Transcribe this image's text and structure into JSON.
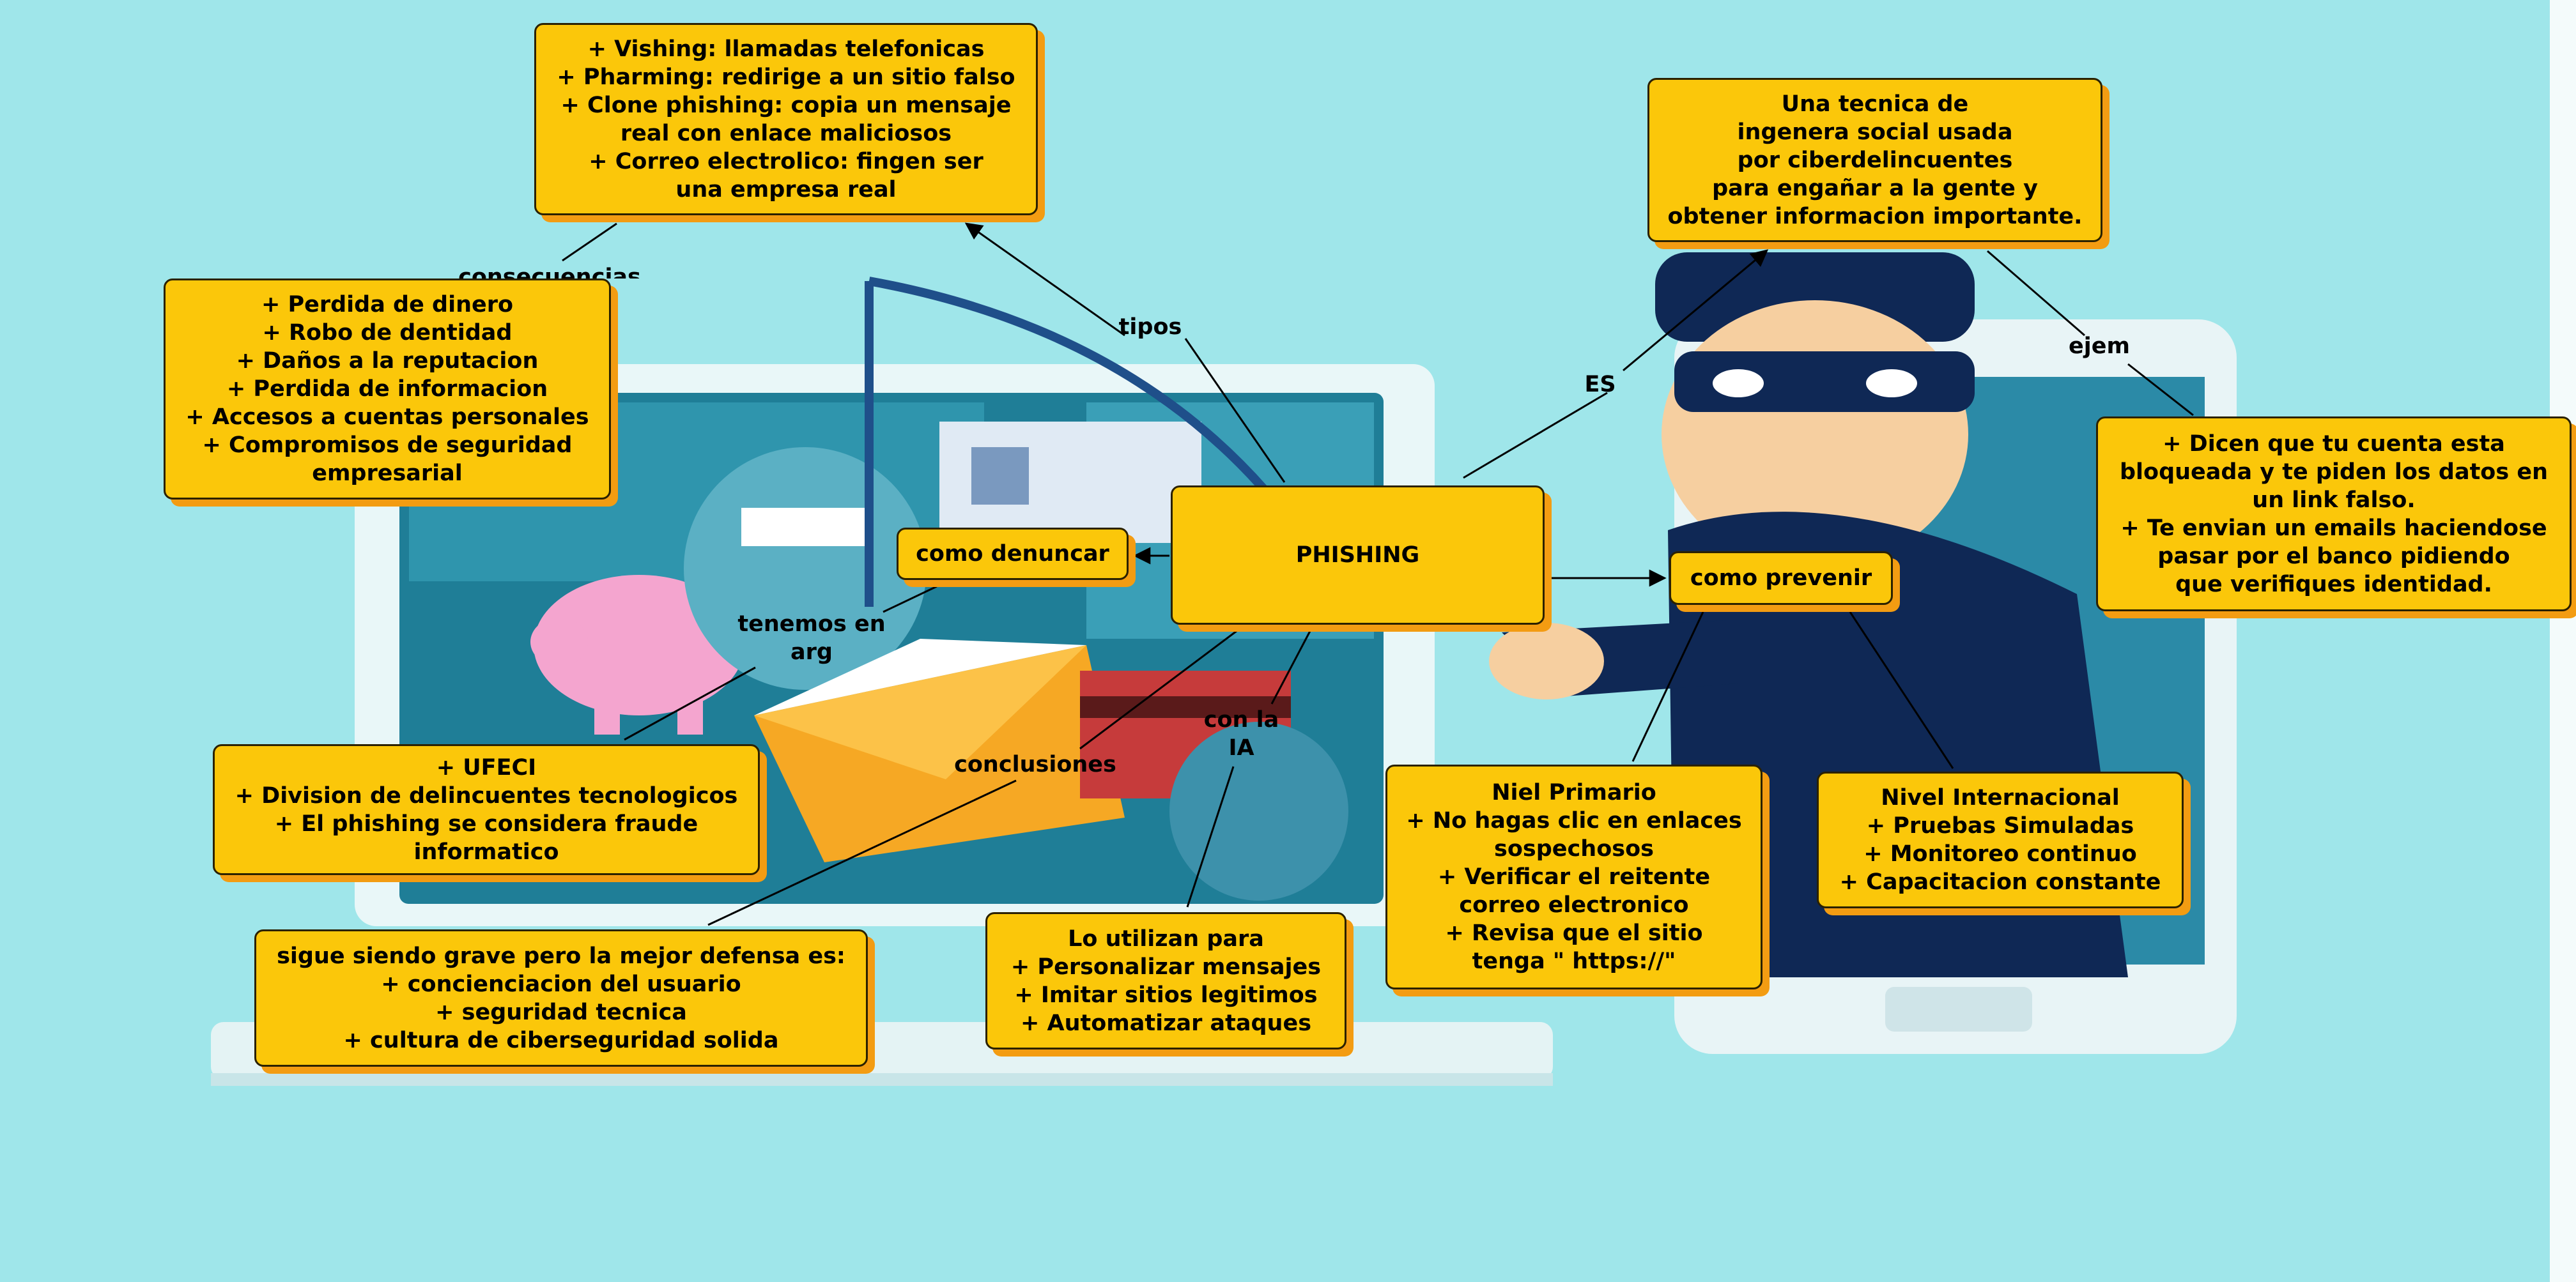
{
  "center": {
    "label": "PHISHING"
  },
  "nodes": {
    "definition": "Una tecnica de\ningenera social usada\npor ciberdelincuentes\npara engañar a la gente y\nobtener informacion importante.",
    "types": "+ Vishing: llamadas telefonicas\n+ Pharming: redirige a un sitio falso\n+ Clone phishing: copia un mensaje\nreal con enlace maliciosos\n+ Correo electrolico: fingen ser\nuna empresa real",
    "consequences": "+ Perdida de dinero\n+ Robo de dentidad\n+ Daños a la reputacion\n+ Perdida de informacion\n+ Accesos a cuentas personales\n+ Compromisos de seguridad\nempresarial",
    "report": "como denuncar",
    "argentina": "+ UFECI\n+ Division de delincuentes tecnologicos\n+ El phishing se considera fraude\ninformatico",
    "conclusions": "sigue siendo grave pero la mejor defensa es:\n+ concienciacion del usuario\n+ seguridad tecnica\n+ cultura de ciberseguridad solida",
    "ai": "Lo utilizan para\n+ Personalizar mensajes\n+ Imitar sitios legitimos\n+ Automatizar ataques",
    "prevent": "como prevenir",
    "primary": "Niel Primario\n+ No hagas clic en enlaces\nsospechosos\n+ Verificar el reitente\ncorreo electronico\n+ Revisa que el sitio\ntenga \" https://\"",
    "international": "Nivel Internacional\n+ Pruebas Simuladas\n+ Monitoreo continuo\n+ Capacitacion constante",
    "examples": "+ Dicen que tu cuenta esta\nbloqueada y te piden los datos en\nun link falso.\n+ Te envian un emails haciendose\npasar por el banco pidiendo\nque verifiques identidad."
  },
  "links": {
    "es": "ES",
    "tipos": "tipos",
    "consecuencias": "consecuencias",
    "ejem": "ejem",
    "tenemos": "tenemos en\narg",
    "conclusiones": "conclusiones",
    "con_ia": "con la\nIA"
  },
  "colors": {
    "background": "#9fe6ea",
    "node_fill": "#fbc70a",
    "node_shadow": "#f39c12",
    "node_border": "#2b2100",
    "line": "#000000"
  }
}
